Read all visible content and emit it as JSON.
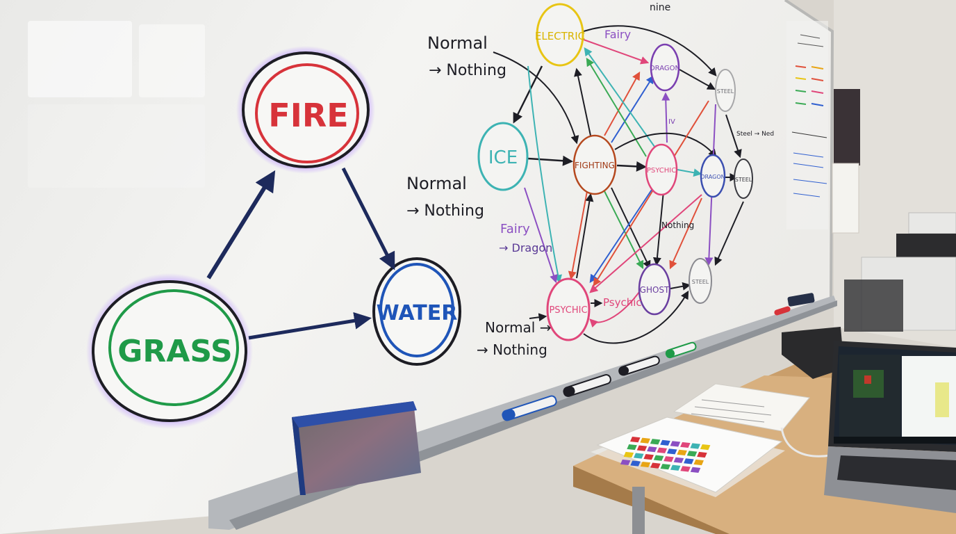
{
  "nodes": {
    "fire": "FIRE",
    "water": "WATER",
    "grass": "GRASS",
    "electric": "ELECTRIC",
    "dragon_top": "DRAGON",
    "steel_top": "STEEL",
    "ice": "ICE",
    "fighting": "FIGHTING",
    "psychic_mid": "PSYCHIC",
    "dragon_mid": "DRAGON",
    "steel_mid": "STEEL",
    "psychic_bottom": "PSYCHIC",
    "ghost": "GHOST",
    "steel_bottom": "STEEL"
  },
  "notes": {
    "note1_line1": "Normal",
    "note1_line2": "→ Nothing",
    "note2_line1": "Normal",
    "note2_line2": "→ Nothing",
    "note3_line1": "Fairy",
    "note3_line2": "→ Dragon",
    "note4_line1": "Normal →",
    "note4_line2": "→ Nothing",
    "fairy_edge": "Fairy",
    "psychic_edge": "Psychic",
    "nothing_edge": "Nothing",
    "steel_note": "Steel → Ned",
    "top_fragment": "nine",
    "ice_side": "IV"
  },
  "colors": {
    "fire": "#d7333a",
    "water": "#1f55b8",
    "grass": "#1f9a48",
    "electric": "#e8c514",
    "purple": "#7a3fb0",
    "ink": "#1d1d24",
    "teal": "#3db3b3",
    "pink": "#e0467a"
  }
}
